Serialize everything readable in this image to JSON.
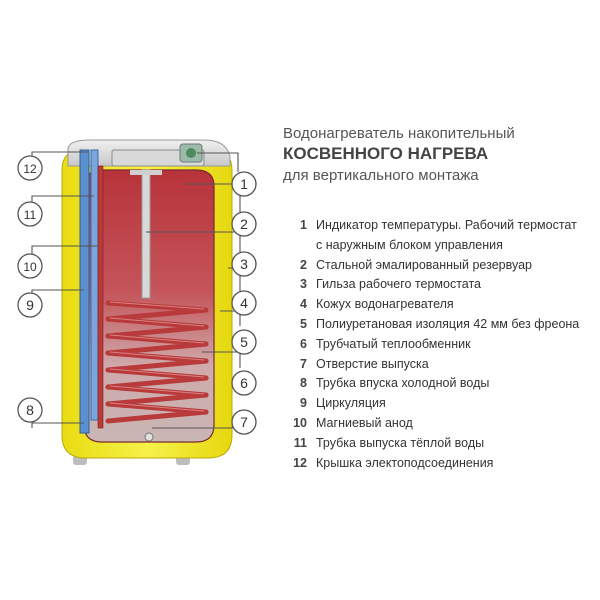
{
  "title": {
    "line1": "Водонагреватель накопительный",
    "line2": "КОСВЕННОГО НАГРЕВА",
    "line3": "для вертикального монтажа"
  },
  "legend": [
    {
      "num": "1",
      "text": "Индикатор температуры. Рабочий термостат",
      "cont": "с наружным блоком управления"
    },
    {
      "num": "2",
      "text": "Стальной эмалированный резервуар"
    },
    {
      "num": "3",
      "text": "Гильза рабочего  термостата"
    },
    {
      "num": "4",
      "text": "Кожух водонагревателя"
    },
    {
      "num": "5",
      "text": "Полиуретановая изоляция 42 мм без фреона"
    },
    {
      "num": "6",
      "text": "Трубчатый теплообменник"
    },
    {
      "num": "7",
      "text": "Отверстие выпуска"
    },
    {
      "num": "8",
      "text": "Трубка впуска холодной воды"
    },
    {
      "num": "9",
      "text": "Циркуляция"
    },
    {
      "num": "10",
      "text": "Магниевый анод"
    },
    {
      "num": "11",
      "text": "Трубка выпуска тёплой воды"
    },
    {
      "num": "12",
      "text": "Крышка электоподсоединения"
    }
  ],
  "callouts": {
    "right": [
      "1",
      "2",
      "3",
      "4",
      "5",
      "6",
      "7"
    ],
    "left": [
      "12",
      "11",
      "10",
      "9",
      "8"
    ]
  },
  "colors": {
    "casing": "#f3ea24",
    "tank_hot": "#b8333a",
    "tank_cold": "#c9b7b5",
    "coil": "#b83a3a",
    "pipe_blue": "#5a8fd0",
    "leader": "#555555"
  }
}
